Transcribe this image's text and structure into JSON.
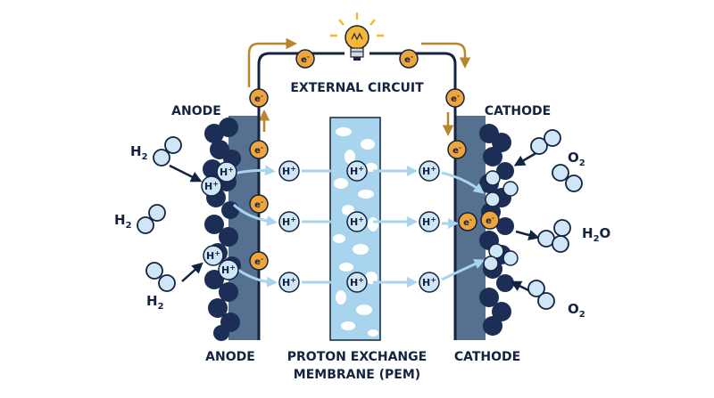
{
  "labels": {
    "anode_top": "ANODE",
    "cathode_top": "CATHODE",
    "external_circuit": "EXTERNAL CIRCUIT",
    "anode_bottom": "ANODE",
    "pem_line1": "PROTON EXCHANGE",
    "pem_line2": "MEMBRANE (PEM)",
    "cathode_bottom": "CATHODE"
  },
  "species": {
    "electron": "e",
    "electron_charge": "-",
    "proton": "H",
    "proton_charge": "+",
    "hydrogen": "H",
    "hydrogen_sub": "2",
    "oxygen": "O",
    "oxygen_sub": "2",
    "water": "H",
    "water_sub": "2",
    "water_tail": "O"
  },
  "colors": {
    "navy": "#14233f",
    "electrode_gray": "#56708f",
    "catalyst": "#1c2e55",
    "membrane": "#a9d4ee",
    "ion_fill": "#cfe6f6",
    "electron_fill": "#f0a53b",
    "wire": "#b8862b",
    "arrow_light": "#a9d4ee",
    "bulb": "#f7b733"
  }
}
